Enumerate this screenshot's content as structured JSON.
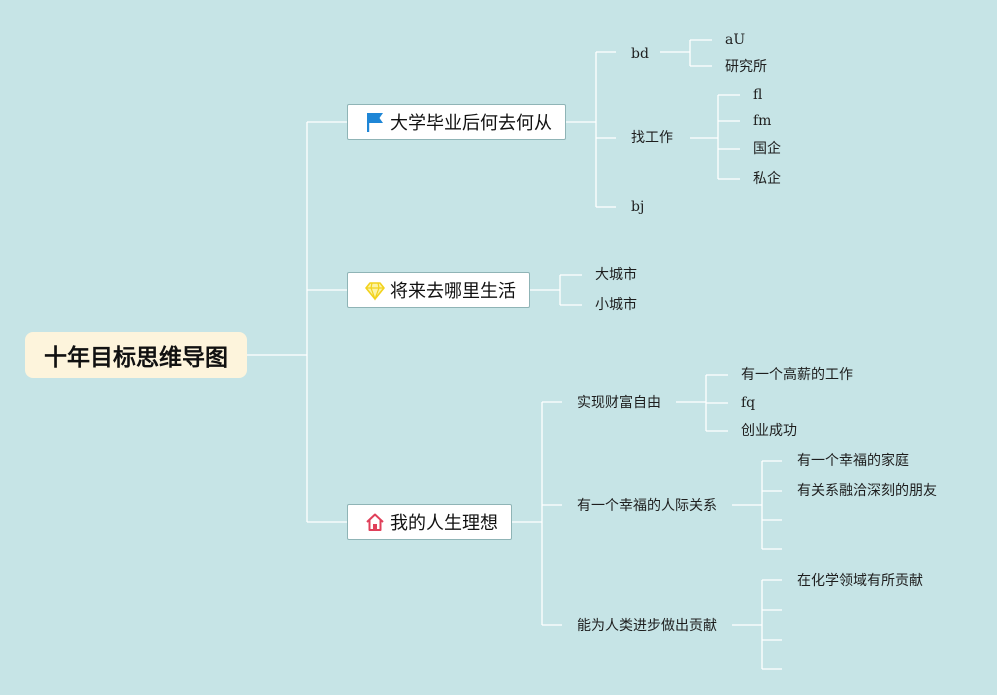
{
  "root": {
    "label": "十年目标思维导图"
  },
  "branches": [
    {
      "label": "大学毕业后何去何从",
      "icon": "blue-flag-icon",
      "children": [
        {
          "label": "bd",
          "children": [
            {
              "label": "aU"
            },
            {
              "label": "研究所"
            }
          ]
        },
        {
          "label": "找工作",
          "children": [
            {
              "label": "fl"
            },
            {
              "label": "fm"
            },
            {
              "label": "国企"
            },
            {
              "label": "私企"
            }
          ]
        },
        {
          "label": "bj",
          "children": []
        }
      ]
    },
    {
      "label": "将来去哪里生活",
      "icon": "yellow-diamond-icon",
      "children": [
        {
          "label": "大城市"
        },
        {
          "label": "小城市"
        }
      ]
    },
    {
      "label": "我的人生理想",
      "icon": "red-house-icon",
      "children": [
        {
          "label": "实现财富自由",
          "children": [
            {
              "label": "有一个高薪的工作"
            },
            {
              "label": "fq"
            },
            {
              "label": "创业成功"
            }
          ]
        },
        {
          "label": "有一个幸福的人际关系",
          "children": [
            {
              "label": "有一个幸福的家庭"
            },
            {
              "label": "有关系融洽深刻的朋友"
            },
            {
              "label": ""
            },
            {
              "label": ""
            }
          ]
        },
        {
          "label": "能为人类进步做出贡献",
          "children": [
            {
              "label": "在化学领域有所贡献"
            },
            {
              "label": ""
            },
            {
              "label": ""
            },
            {
              "label": ""
            }
          ]
        }
      ]
    }
  ],
  "colors": {
    "background": "#c6e4e6",
    "line": "#ffffff",
    "root_fill": "#fdf4dc",
    "flag": "#1f86d6",
    "diamond": "#f7df3a",
    "house": "#e0405a"
  }
}
